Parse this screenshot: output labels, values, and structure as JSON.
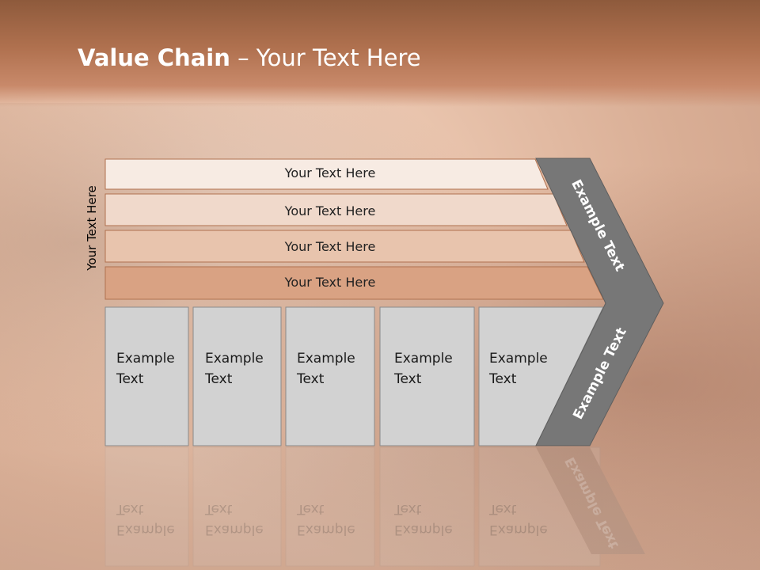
{
  "title": {
    "bold": "Value Chain",
    "rest": " – Your Text Here"
  },
  "side_label": "Your Text Here",
  "bars": [
    {
      "label": "Your Text Here",
      "color": "#f7ebe3"
    },
    {
      "label": "Your Text Here",
      "color": "#f0d9cb"
    },
    {
      "label": "Your Text Here",
      "color": "#e8c4ad"
    },
    {
      "label": "Your Text Here",
      "color": "#d9a283"
    }
  ],
  "boxes": [
    {
      "line1": "Example",
      "line2": "Text"
    },
    {
      "line1": "Example",
      "line2": "Text"
    },
    {
      "line1": "Example",
      "line2": "Text"
    },
    {
      "line1": "Example",
      "line2": "Text"
    },
    {
      "line1": "Example",
      "line2": "Text"
    }
  ],
  "chevron": {
    "upper": "Example Text",
    "lower": "Example Text",
    "color": "#777777"
  },
  "colors": {
    "header": "#b0714f",
    "box": "#d2d2d2"
  }
}
